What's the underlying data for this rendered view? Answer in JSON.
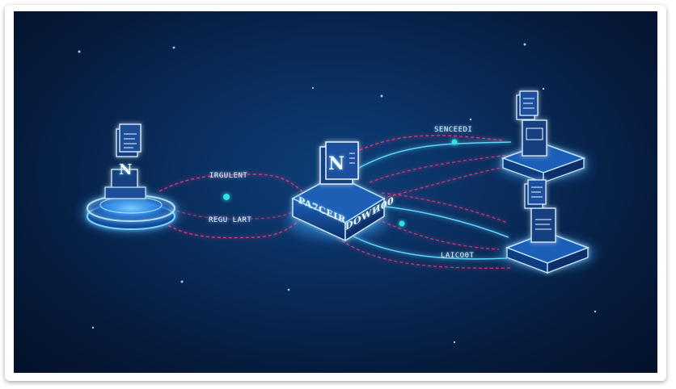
{
  "colors": {
    "background": "#071f47",
    "glow": "#3fa9ff",
    "cyan_link": "#5fd4ff",
    "dashed_link": "#d23b78",
    "node_dot": "#2de0e0"
  },
  "center_node": {
    "badge": "N",
    "front_label_left": "PA7CEIR",
    "front_label_right": "DOWИ00",
    "icon": "document-server-icon"
  },
  "left_node": {
    "badge": "N",
    "icon": "document-stack-icon"
  },
  "right_nodes": [
    {
      "icon": "document-server-icon"
    },
    {
      "icon": "document-server-icon"
    }
  ],
  "links": {
    "upper_left": "IRGULENT",
    "lower_left": "REGU LART",
    "upper_right": "SENCEEDI",
    "lower_right": "LAICO0T"
  }
}
